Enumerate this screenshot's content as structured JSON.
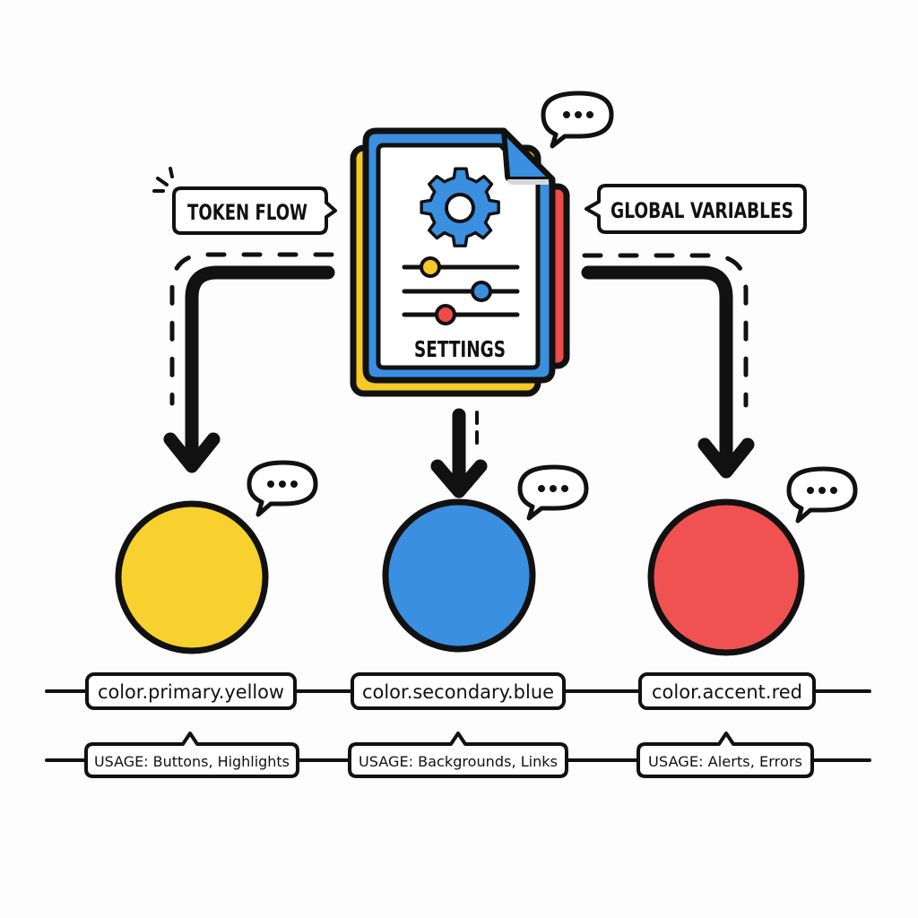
{
  "diagram": {
    "center_document": {
      "label": "SETTINGS",
      "icon": "gear-icon",
      "sliders": [
        {
          "name": "slider-yellow",
          "color": "#f6c928"
        },
        {
          "name": "slider-blue",
          "color": "#3a8fe0"
        },
        {
          "name": "slider-red",
          "color": "#ef4b4b"
        }
      ],
      "layer_colors": {
        "front": "#3a8fe0",
        "back_left": "#f6c928",
        "back_right": "#ef4b4b"
      }
    },
    "callouts": {
      "left": "TOKEN FLOW",
      "right": "GLOBAL VARIABLES"
    },
    "tokens": [
      {
        "name": "color.primary.yellow",
        "usage": "USAGE: Buttons, Highlights",
        "color": "#f9d12e"
      },
      {
        "name": "color.secondary.blue",
        "usage": "USAGE: Backgrounds, Links",
        "color": "#3a8fe0"
      },
      {
        "name": "color.accent.red",
        "usage": "USAGE: Alerts, Errors",
        "color": "#f05252"
      }
    ],
    "speech_bubble_text": "•••"
  }
}
